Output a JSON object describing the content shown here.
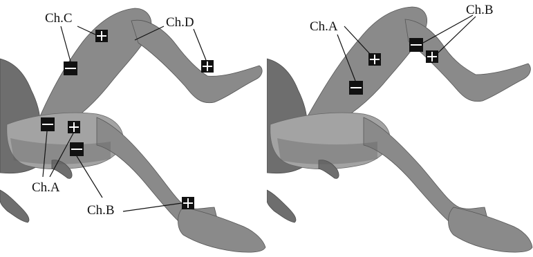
{
  "colors": {
    "background": "#ffffff",
    "skin": "#8a8a8a",
    "electrode_fill": "#111111",
    "electrode_mark": "#ffffff",
    "leader_line": "#111111"
  },
  "left_panel": {
    "labels": {
      "ch_a": "Ch.A",
      "ch_b": "Ch.B",
      "ch_c": "Ch.C",
      "ch_d": "Ch.D"
    }
  },
  "right_panel": {
    "labels": {
      "ch_a": "Ch.A",
      "ch_b": "Ch.B"
    }
  }
}
